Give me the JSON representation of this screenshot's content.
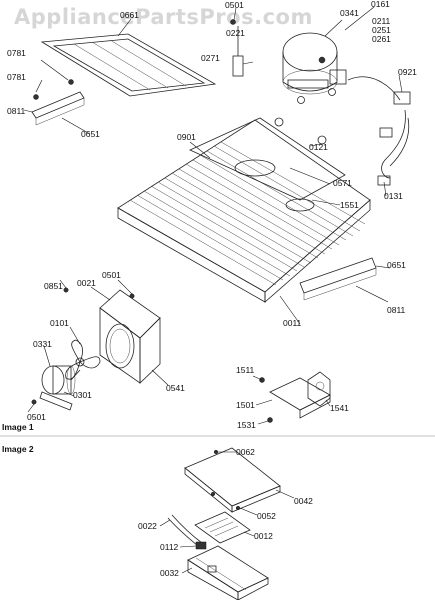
{
  "watermark": "AppliancePartsPros.com",
  "section_labels": {
    "image1": "Image 1",
    "image2": "Image 2"
  },
  "labels": {
    "p0501_top": "0501",
    "p0341": "0341",
    "p0161": "0161",
    "p0661": "0661",
    "p0211": "0211",
    "p0251": "0251",
    "p0261": "0261",
    "p0271": "0271",
    "p0221": "0221",
    "p0921": "0921",
    "p0781a": "0781",
    "p0781b": "0781",
    "p0811_left": "0811",
    "p0651_left": "0651",
    "p0901": "0901",
    "p0121": "0121",
    "p0571": "0571",
    "p1551": "1551",
    "p0131": "0131",
    "p0651_right": "0651",
    "p0811_right": "0811",
    "p0011": "0011",
    "p0851": "0851",
    "p0021": "0021",
    "p0501_mid": "0501",
    "p0101": "0101",
    "p0331": "0331",
    "p0301": "0301",
    "p0501_bottom": "0501",
    "p0541": "0541",
    "p1511": "1511",
    "p1501": "1501",
    "p1531": "1531",
    "p1541": "1541",
    "p0062": "0062",
    "p0042": "0042",
    "p0052": "0052",
    "p0022": "0022",
    "p0012": "0012",
    "p0112": "0112",
    "p0032": "0032"
  }
}
